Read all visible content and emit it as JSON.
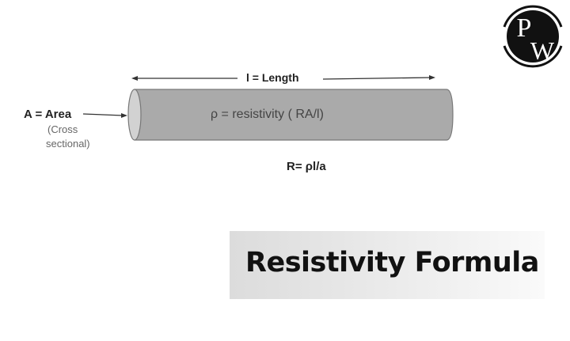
{
  "diagram": {
    "length_label": "l = Length",
    "area_label": "A =  Area",
    "area_sub_1": "(Cross",
    "area_sub_2": "sectional)",
    "resistivity_label": "ρ = resistivity ( RA/l)",
    "formula": "R= ρl/a",
    "cylinder_color": "#aaaaaa"
  },
  "banner": {
    "title": "Resistivity Formula"
  },
  "logo": {
    "text": "PW"
  }
}
